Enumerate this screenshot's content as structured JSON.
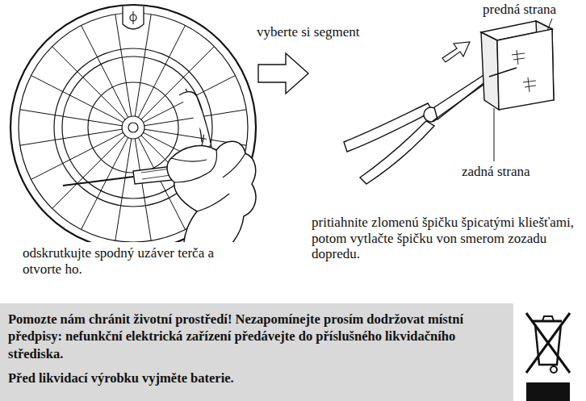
{
  "diagram": {
    "nodes": [
      {
        "text": [
          "Pomozte nám chránit životní prostředí! Nezapomínejte prosím dodržovat místní předpisy: nefunkční elektrická zařízení předávejte do příslušného likvidačního střediska.",
          "Před likvidací výrobku vyjměte baterie."
        ]
      }
    ],
    "labels": [
      "vyberte si segment",
      "predná strana",
      "zadná strana",
      "odskrutkujte spodný uzáver terča a otvorte ho.",
      "pritiahnite zlomenú špičku špicatými kliešťami, potom vytlačte špičku von smerom zozadu dopredu."
    ]
  }
}
